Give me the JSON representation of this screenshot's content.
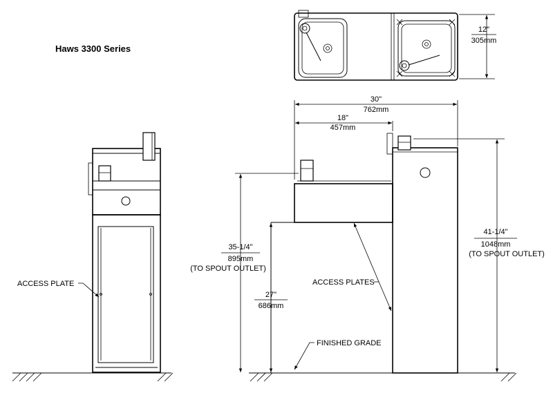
{
  "title": "Haws 3300 Series",
  "labels": {
    "access_plate": "ACCESS PLATE",
    "access_plates": "ACCESS PLATES",
    "finished_grade": "FINISHED GRADE"
  },
  "dimensions": {
    "width_total": {
      "imperial": "30\"",
      "metric": "762mm"
    },
    "width_bowl": {
      "imperial": "18\"",
      "metric": "457mm"
    },
    "depth": {
      "imperial": "12\"",
      "metric": "305mm"
    },
    "height_high": {
      "imperial": "41-1/4\"",
      "metric": "1048mm",
      "note": "(TO SPOUT OUTLET)"
    },
    "height_low": {
      "imperial": "35-1/4\"",
      "metric": "895mm",
      "note": "(TO SPOUT OUTLET)"
    },
    "height_27": {
      "imperial": "27\"",
      "metric": "686mm"
    }
  }
}
